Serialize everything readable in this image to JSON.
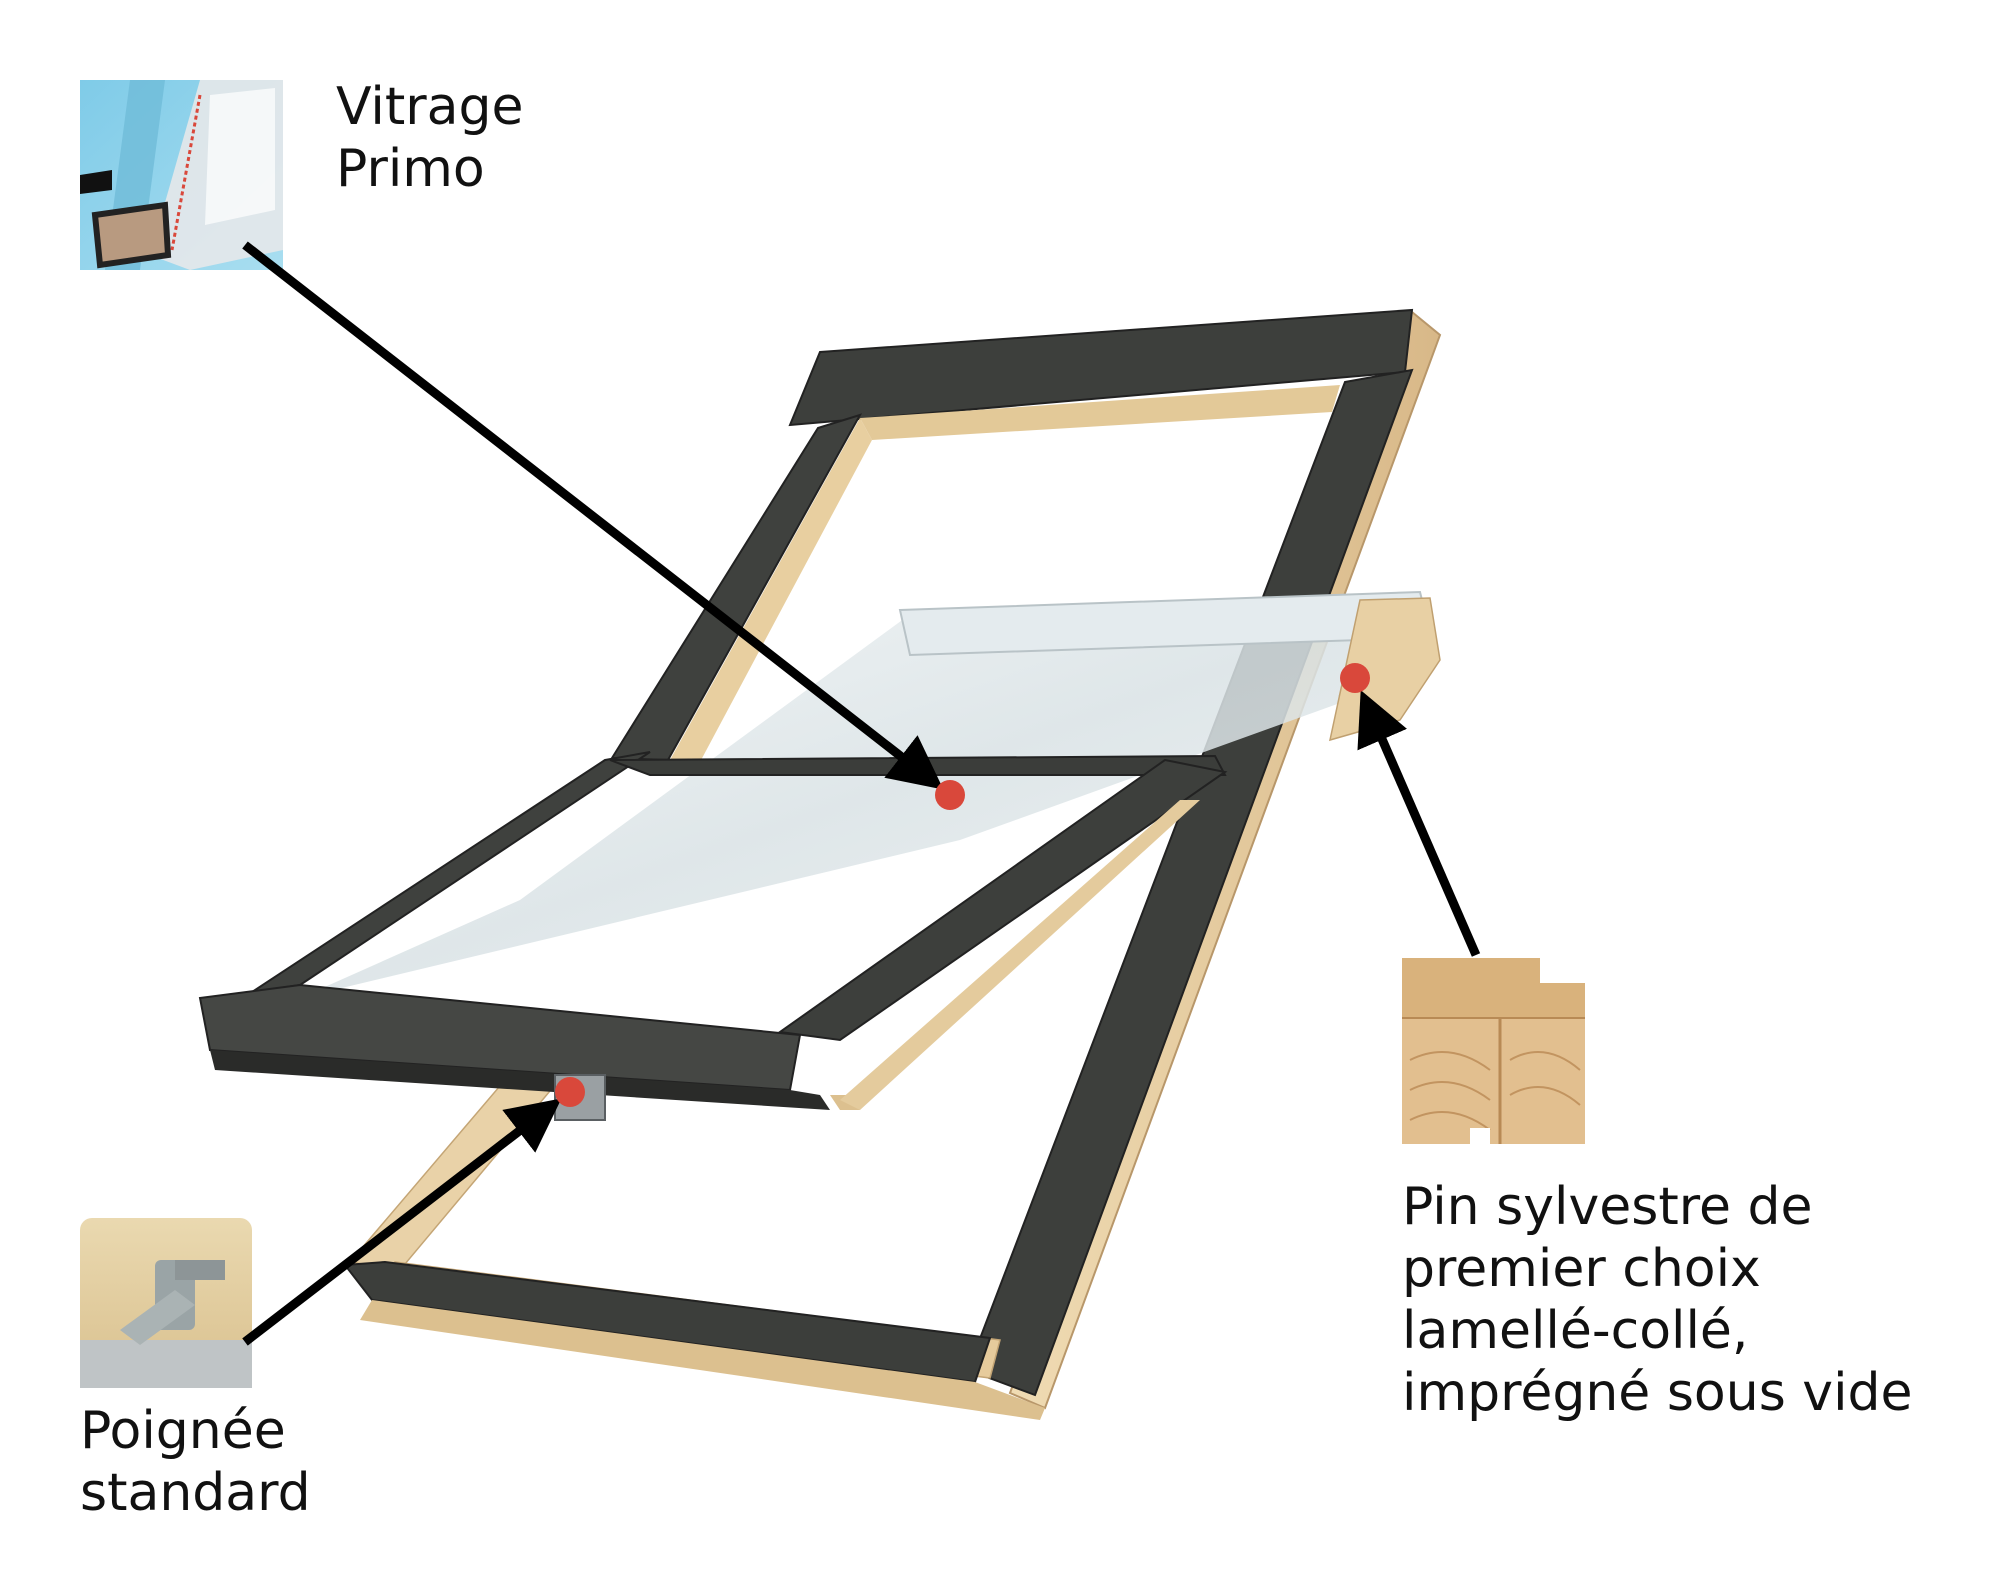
{
  "labels": {
    "vitrage": {
      "line1": "Vitrage",
      "line2": "Primo"
    },
    "pin": {
      "line1": "Pin sylvestre de",
      "line2": "premier choix",
      "line3": "lamellé-collé,",
      "line4": "imprégné sous vide"
    },
    "poignee": {
      "line1": "Poignée",
      "line2": "standard"
    }
  },
  "colors": {
    "frame": "#3d3f3c",
    "frame_dark": "#2a2b29",
    "wood": "#e6cfa3",
    "wood_dark": "#c9a877",
    "glass": "#dfe9ee",
    "marker": "#d9483b",
    "arrow": "#000000",
    "glass_thumb_bg": "#7ec9e6"
  },
  "icons": [
    "glazing-section-thumbnail",
    "handle-thumbnail",
    "pine-wood-thumbnail"
  ]
}
